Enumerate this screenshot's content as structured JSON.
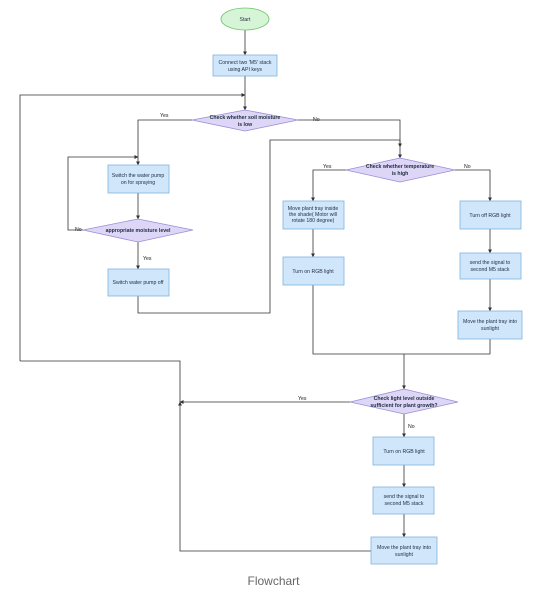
{
  "nodes": {
    "start": {
      "text": [
        "Start"
      ]
    },
    "connect": {
      "text": [
        "Connect two 'M5' stack",
        "using API keys"
      ]
    },
    "check_soil": {
      "text": [
        "Check whether soil moisture",
        "is low"
      ]
    },
    "switch_pump_on": {
      "text": [
        "Switch the water pump",
        "on for spraying"
      ]
    },
    "moisture_level": {
      "text": [
        "appropriate moisture level"
      ]
    },
    "switch_pump_off": {
      "text": [
        "Switch water pump off"
      ]
    },
    "check_temp": {
      "text": [
        "Check whether temperature",
        "is  high"
      ]
    },
    "move_inside": {
      "text": [
        "Move plant tray inside",
        "the shade( Motor will",
        "rotate 180 degree)"
      ]
    },
    "turn_on_rgb_1": {
      "text": [
        "Turn on RGB light"
      ]
    },
    "turn_off_rgb": {
      "text": [
        "Turn off RGB light"
      ]
    },
    "send_signal_1": {
      "text": [
        "send the signal to",
        "second M5 stack"
      ]
    },
    "move_sunlight_1": {
      "text": [
        "Move the plant tray into",
        "sunlight"
      ]
    },
    "check_light": {
      "text": [
        "Check light level outside",
        "sufficient for plant growth?"
      ]
    },
    "turn_on_rgb_2": {
      "text": [
        "Turn on RGB light"
      ]
    },
    "send_signal_2": {
      "text": [
        "send the signal to",
        "second M5 stack"
      ]
    },
    "move_sunlight_2": {
      "text": [
        "Move the plant tray into",
        "sunlight"
      ]
    }
  },
  "edge_labels": {
    "soil_yes": "Yes",
    "soil_no": "No",
    "moisture_no": "No",
    "moisture_yes": "Yes",
    "temp_yes": "Yes",
    "temp_no": "No",
    "light_yes": "Yes",
    "light_no": "No"
  },
  "caption": "Flowchart",
  "colors": {
    "process_fill": "#cfe6fb",
    "process_stroke": "#7fb3de",
    "decision_fill": "#ddd6f7",
    "decision_stroke": "#9b8ed6",
    "start_fill": "#d6f5d6",
    "start_stroke": "#6cc46c",
    "line": "#333333"
  }
}
